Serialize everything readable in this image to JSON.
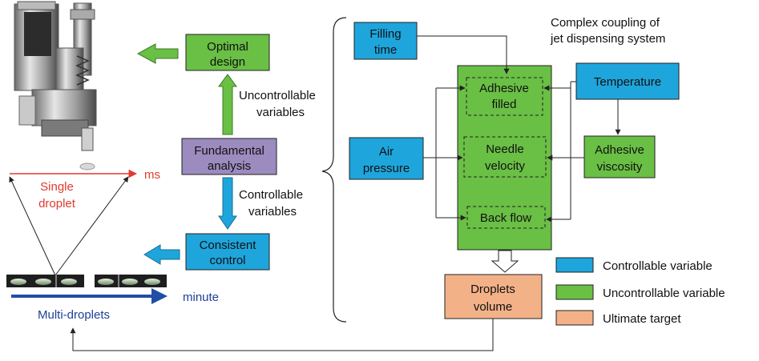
{
  "colors": {
    "controllable": "#1ea5dc",
    "uncontrollable": "#6abf45",
    "ultimate": "#f3b188",
    "analysis": "#9b8bbf",
    "red_text": "#e03a2f",
    "blue_text": "#1f3f9a",
    "blue_arrow": "#1f4fa6",
    "line": "#222222"
  },
  "left_panel": {
    "ms_label": "ms",
    "single_line1": "Single",
    "single_line2": "droplet",
    "minute_label": "minute",
    "multi_label": "Multi-droplets"
  },
  "center": {
    "optimal_line1": "Optimal",
    "optimal_line2": "design",
    "analysis_line1": "Fundamental",
    "analysis_line2": "analysis",
    "consistent_line1": "Consistent",
    "consistent_line2": "control",
    "uncontrollable_line1": "Uncontrollable",
    "uncontrollable_line2": "variables",
    "controllable_line1": "Controllable",
    "controllable_line2": "variables"
  },
  "right": {
    "title_line1": "Complex coupling of",
    "title_line2": "jet dispensing system",
    "filling_line1": "Filling",
    "filling_line2": "time",
    "air_line1": "Air",
    "air_line2": "pressure",
    "temperature": "Temperature",
    "viscosity_line1": "Adhesive",
    "viscosity_line2": "viscosity",
    "adhesive_line1": "Adhesive",
    "adhesive_line2": "filled",
    "needle_line1": "Needle",
    "needle_line2": "velocity",
    "backflow": "Back flow",
    "droplets_line1": "Droplets",
    "droplets_line2": "volume"
  },
  "legend": {
    "controllable": "Controllable variable",
    "uncontrollable": "Uncontrollable variable",
    "ultimate": "Ultimate target"
  }
}
